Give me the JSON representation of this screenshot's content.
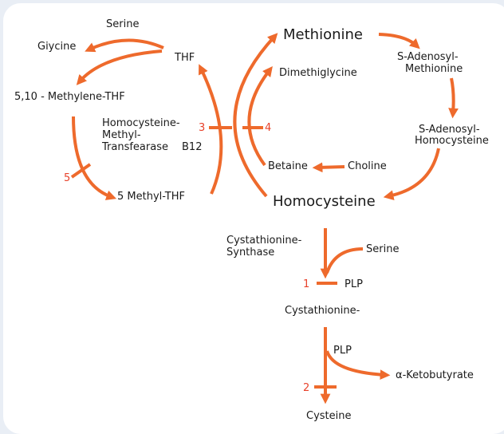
{
  "colors": {
    "arrow": "#ee6a2c",
    "marker": "#e8412a",
    "text": "#1a1a1a",
    "background": "#e9eef5",
    "panel": "#ffffff"
  },
  "labels": {
    "serine_top": "Serine",
    "glycine": "Giycine",
    "thf": "THF",
    "methylene_thf": "5,10 - Methylene-THF",
    "hmt_line1": "Homocysteine-",
    "hmt_line2": "Methyl-",
    "hmt_line3": "Transfearase",
    "b12": "B12",
    "methyl_thf": "5 Methyl-THF",
    "methionine": "Methionine",
    "dimethylglycine": "Dimethiglycine",
    "betaine": "Betaine",
    "choline": "Choline",
    "homocysteine": "Homocysteine",
    "sam_line1": "S-Adenosyl-",
    "sam_line2": "Methionine",
    "sah_line1": "S-Adenosyl-",
    "sah_line2": "Homocysteine",
    "cbs_line1": "Cystathionine-",
    "cbs_line2": "Synthase",
    "serine_mid": "Serine",
    "plp1": "PLP",
    "cystathionine": "Cystathionine-",
    "plp2": "PLP",
    "ketobutyrate": "α-Ketobutyrate",
    "cysteine": "Cysteine"
  },
  "markers": {
    "m1": "1",
    "m2": "2",
    "m3": "3",
    "m4": "4",
    "m5": "5"
  }
}
